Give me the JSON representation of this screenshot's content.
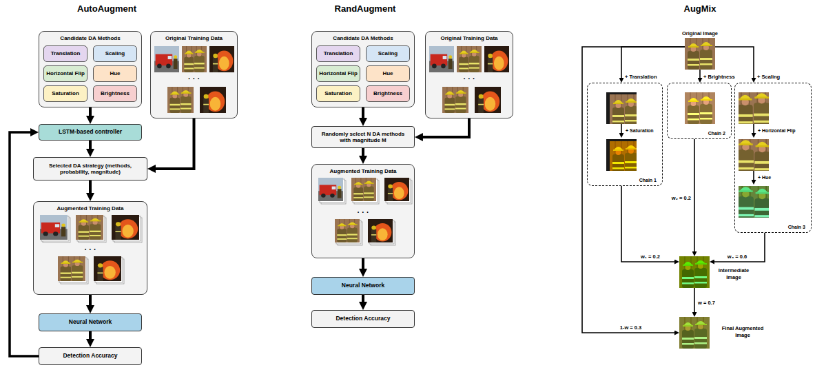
{
  "diagram": {
    "nodes": [
      {
        "text": [
          "Candidate DA Methods"
        ]
      },
      {
        "text": [
          "Translation"
        ],
        "in": 0
      },
      {
        "text": [
          "Scaling"
        ],
        "in": 0
      },
      {
        "text": [
          "Horizontal Flip"
        ],
        "in": 0
      },
      {
        "text": [
          "Hue"
        ],
        "in": 0
      },
      {
        "text": [
          "Saturation"
        ],
        "in": 0
      },
      {
        "text": [
          "Brightness"
        ],
        "in": 0
      },
      {
        "text": [
          "Original Training Data",
          "· · ·"
        ]
      },
      {
        "text": [
          "LSTM-based controller"
        ]
      },
      {
        "text": [
          "Selected DA strategy (methods, probability, magnitude)"
        ]
      },
      {
        "text": [
          "Augmented Training Data",
          "· · ·"
        ]
      },
      {
        "text": [
          "Neural Network"
        ]
      },
      {
        "text": [
          "Detection Accuracy"
        ]
      },
      {
        "text": [
          "Candidate DA Methods"
        ]
      },
      {
        "text": [
          "Translation"
        ],
        "in": 13
      },
      {
        "text": [
          "Scaling"
        ],
        "in": 13
      },
      {
        "text": [
          "Horizontal Flip"
        ],
        "in": 13
      },
      {
        "text": [
          "Hue"
        ],
        "in": 13
      },
      {
        "text": [
          "Saturation"
        ],
        "in": 13
      },
      {
        "text": [
          "Brightness"
        ],
        "in": 13
      },
      {
        "text": [
          "Original Training Data",
          "· · ·"
        ]
      },
      {
        "text": [
          "Randomly select N DA methods with magnitude M"
        ]
      },
      {
        "text": [
          "Augmented Training Data",
          "· · ·"
        ]
      },
      {
        "text": [
          "Neural Network"
        ]
      },
      {
        "text": [
          "Detection Accuracy"
        ]
      },
      {
        "text": [
          "Original Image"
        ]
      },
      {
        "text": [
          "Chain 1"
        ]
      },
      {
        "text": [
          "Chain 2"
        ]
      },
      {
        "text": [
          "Chain 3"
        ]
      },
      {
        "text": [
          "Intermediate Image"
        ]
      },
      {
        "text": [
          "Final Augmented Image"
        ]
      }
    ],
    "edges": [
      {
        "from": 0,
        "to": 8,
        "arrow": "to"
      },
      {
        "from": 7,
        "to": 9,
        "arrow": "to"
      },
      {
        "from": 8,
        "to": 9,
        "arrow": "to"
      },
      {
        "from": 9,
        "to": 10,
        "arrow": "to"
      },
      {
        "from": 10,
        "to": 11,
        "arrow": "to"
      },
      {
        "from": 11,
        "to": 12,
        "arrow": "to"
      },
      {
        "from": 12,
        "to": 8,
        "arrow": "to"
      },
      {
        "from": 13,
        "to": 21,
        "arrow": "to"
      },
      {
        "from": 20,
        "to": 21,
        "arrow": "to"
      },
      {
        "from": 21,
        "to": 22,
        "arrow": "to"
      },
      {
        "from": 22,
        "to": 23,
        "arrow": "to"
      },
      {
        "from": 23,
        "to": 24,
        "arrow": "to"
      },
      {
        "from": 25,
        "to": 26,
        "label": "+ Translation",
        "arrow": "to"
      },
      {
        "from": 25,
        "to": 27,
        "label": "+ Brightness",
        "arrow": "to"
      },
      {
        "from": 25,
        "to": 28,
        "label": "+ Scaling",
        "arrow": "to"
      },
      {
        "from": 26,
        "to": 29,
        "label": "w₁ = 0.2",
        "arrow": "to"
      },
      {
        "from": 27,
        "to": 29,
        "label": "w₂ = 0.2",
        "arrow": "to"
      },
      {
        "from": 28,
        "to": 29,
        "label": "w₃ = 0.6",
        "arrow": "to"
      },
      {
        "from": 29,
        "to": 30,
        "label": "w = 0.7",
        "arrow": "to"
      },
      {
        "from": 25,
        "to": 30,
        "label": "1-w = 0.3",
        "arrow": "to"
      }
    ],
    "labels": [
      "AutoAugment",
      "RandAugment",
      "AugMix",
      "+ Saturation",
      "+ Horizontal Flip",
      "+ Hue"
    ]
  }
}
